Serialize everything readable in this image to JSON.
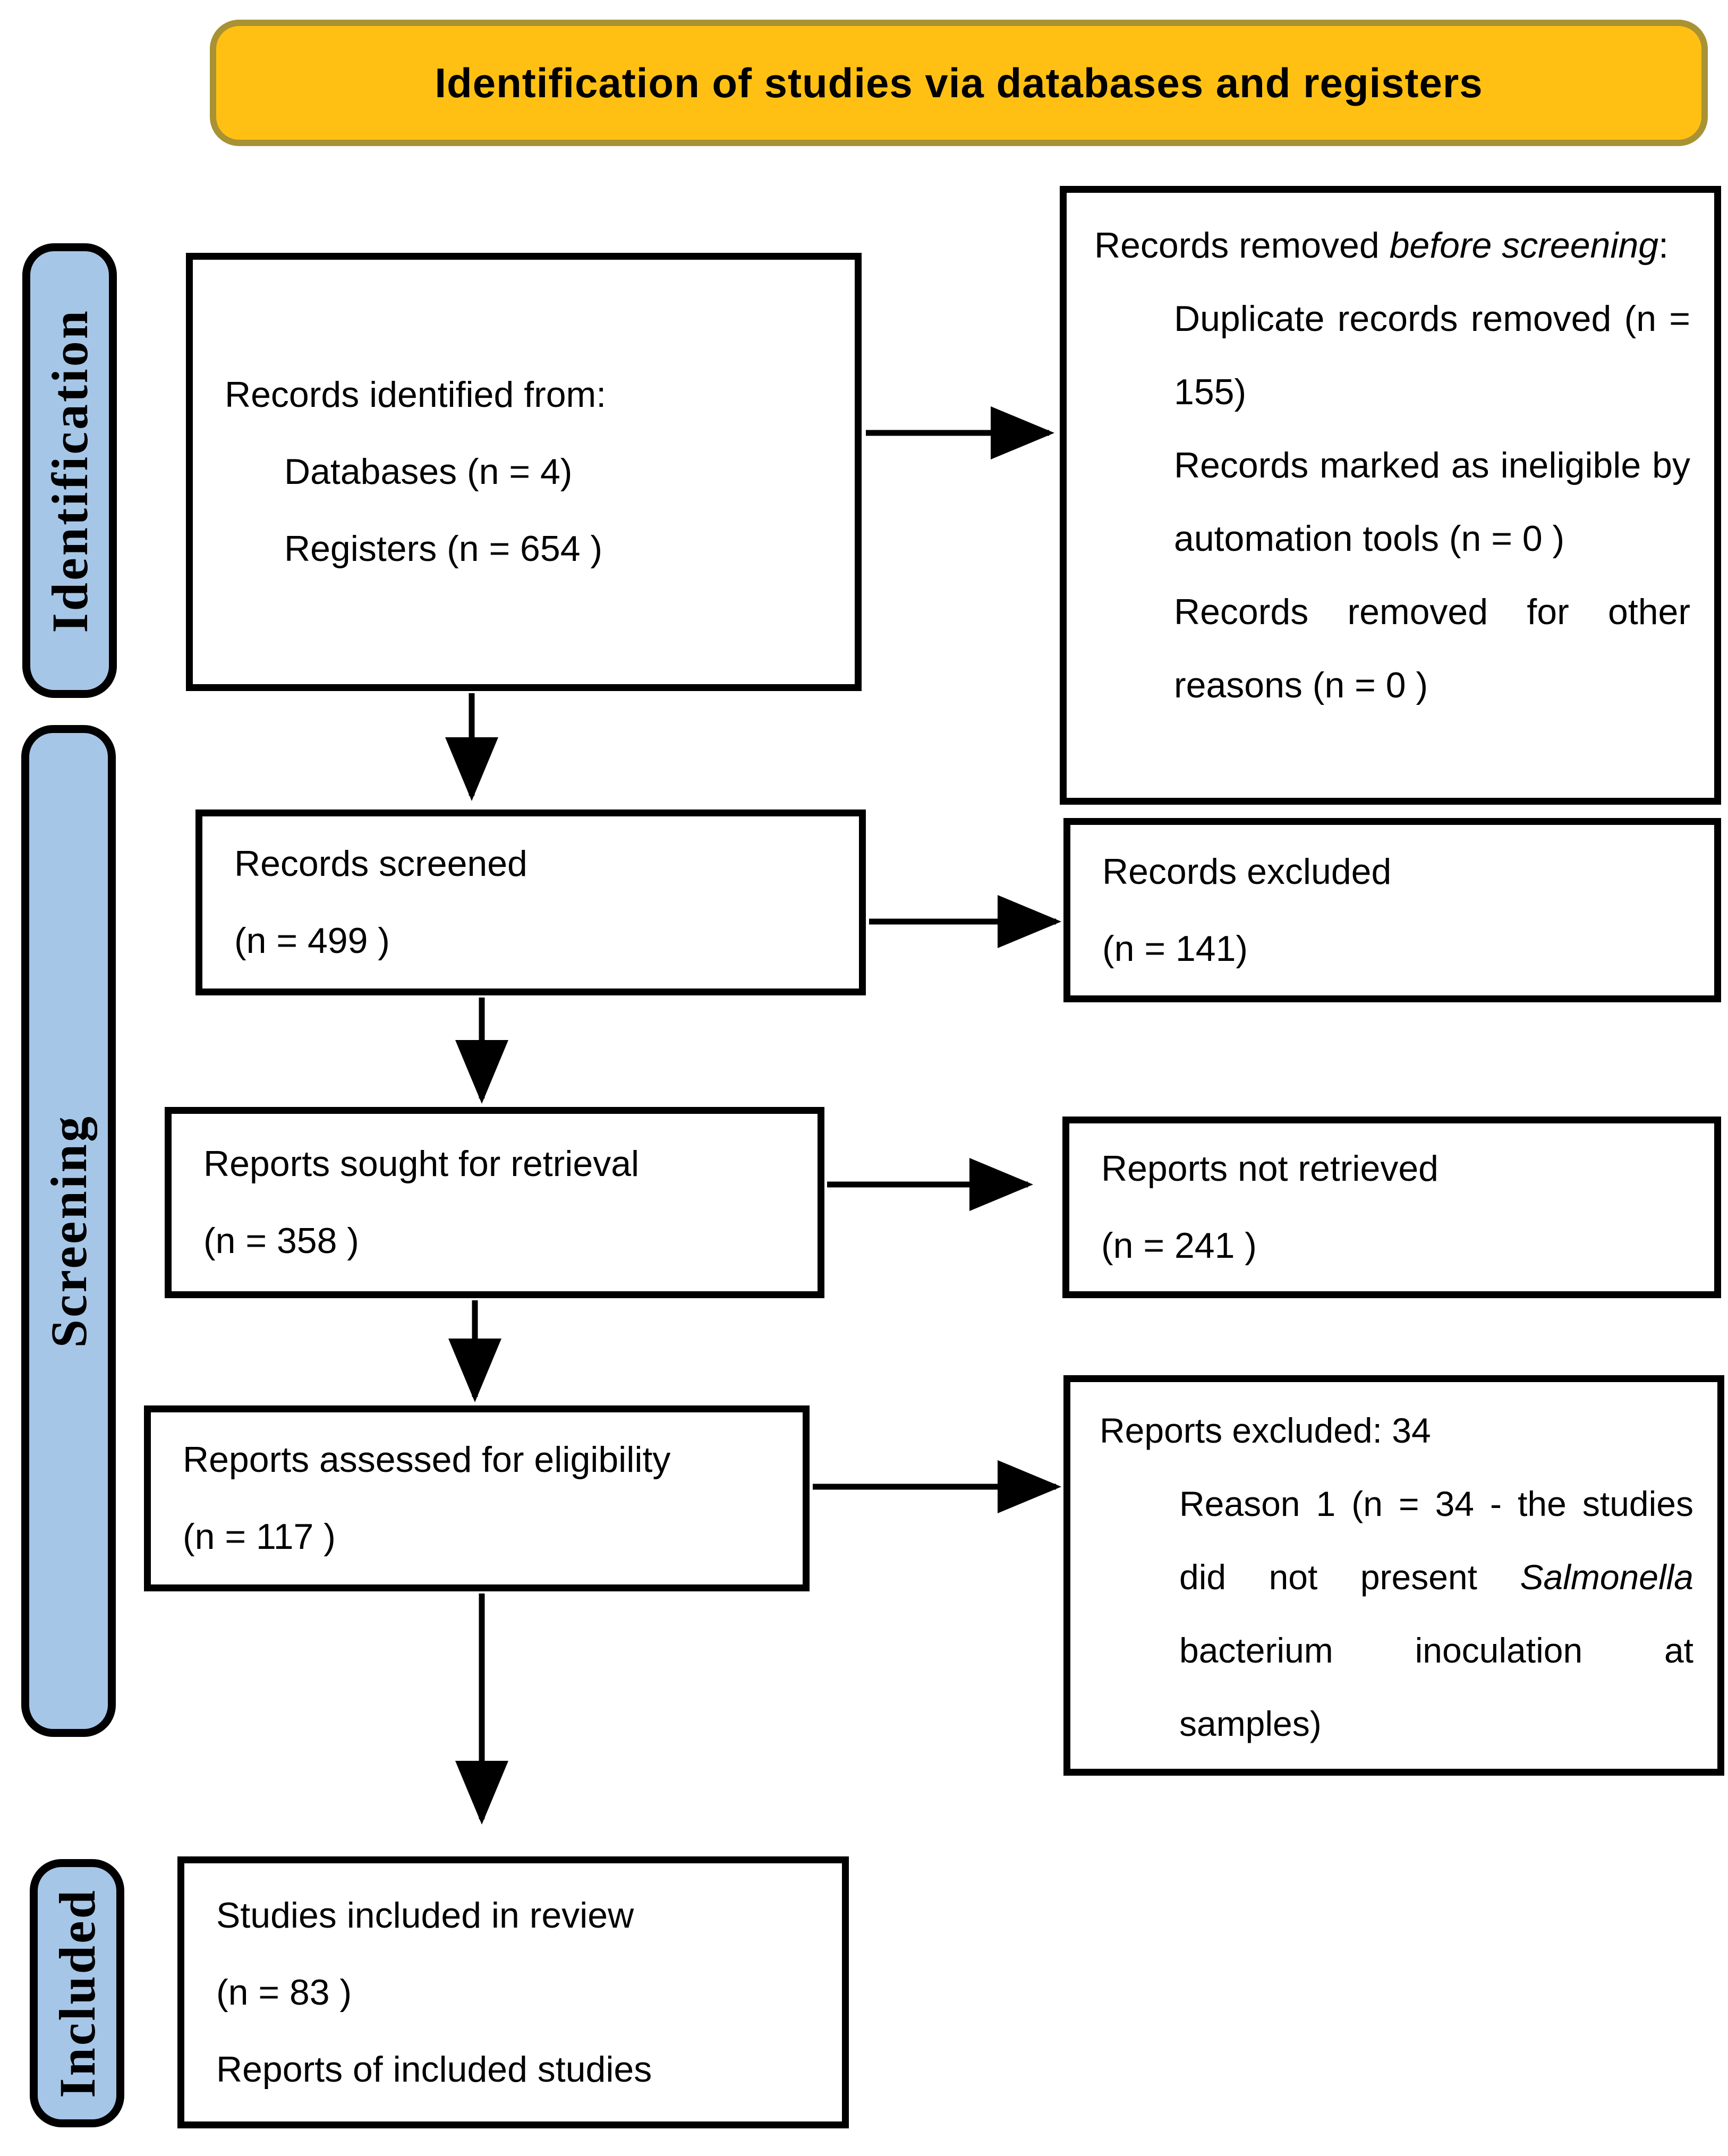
{
  "title": "Identification of studies via databases and registers",
  "stages": {
    "identification": "Identification",
    "screening": "Screening",
    "included": "Included"
  },
  "colors": {
    "banner_fill": "#FFC013",
    "banner_border": "#A89234",
    "stage_fill": "#A6C6E7",
    "box_border": "#000000",
    "arrow": "#000000"
  },
  "boxes": {
    "identified": {
      "lines": [
        {
          "indent": 0,
          "segments": [
            {
              "text": "Records identified from:"
            }
          ]
        },
        {
          "indent": 1,
          "segments": [
            {
              "text": "Databases (n = 4)"
            }
          ]
        },
        {
          "indent": 1,
          "segments": [
            {
              "text": "Registers (n = 654 )"
            }
          ]
        }
      ]
    },
    "removed_before_screening": {
      "lines": [
        {
          "indent": 0,
          "justify": true,
          "segments": [
            {
              "text": "Records removed "
            },
            {
              "text": "before screening",
              "italic": true
            },
            {
              "text": ":"
            }
          ]
        },
        {
          "indent": 1,
          "justify": true,
          "segments": [
            {
              "text": "Duplicate records removed (n = 155)"
            }
          ]
        },
        {
          "indent": 1,
          "justify": true,
          "segments": [
            {
              "text": "Records marked as ineligible by automation tools (n = 0 )"
            }
          ]
        },
        {
          "indent": 1,
          "justify": true,
          "segments": [
            {
              "text": "Records removed for other reasons (n = 0 )"
            }
          ]
        }
      ]
    },
    "screened": {
      "lines": [
        {
          "indent": 0,
          "segments": [
            {
              "text": "Records screened"
            }
          ]
        },
        {
          "indent": 0,
          "segments": [
            {
              "text": "(n = 499 )"
            }
          ]
        }
      ]
    },
    "records_excluded": {
      "lines": [
        {
          "indent": 0,
          "segments": [
            {
              "text": "Records excluded"
            }
          ]
        },
        {
          "indent": 0,
          "segments": [
            {
              "text": "(n = 141)"
            }
          ]
        }
      ]
    },
    "sought": {
      "lines": [
        {
          "indent": 0,
          "segments": [
            {
              "text": "Reports sought for retrieval"
            }
          ]
        },
        {
          "indent": 0,
          "segments": [
            {
              "text": "(n = 358 )"
            }
          ]
        }
      ]
    },
    "not_retrieved": {
      "lines": [
        {
          "indent": 0,
          "segments": [
            {
              "text": "Reports not retrieved"
            }
          ]
        },
        {
          "indent": 0,
          "segments": [
            {
              "text": "(n = 241 )"
            }
          ]
        }
      ]
    },
    "assessed": {
      "lines": [
        {
          "indent": 0,
          "segments": [
            {
              "text": "Reports assessed for eligibility"
            }
          ]
        },
        {
          "indent": 0,
          "segments": [
            {
              "text": "(n = 117 )"
            }
          ]
        }
      ]
    },
    "reports_excluded": {
      "lines": [
        {
          "indent": 0,
          "segments": [
            {
              "text": "Reports excluded: 34"
            }
          ]
        },
        {
          "indent": 1,
          "justify": true,
          "segments": [
            {
              "text": "Reason 1 (n = 34 - the studies did not present "
            },
            {
              "text": "Salmonella",
              "italic": true
            },
            {
              "text": " bacterium inoculation at samples)"
            }
          ]
        }
      ]
    },
    "included_in_review": {
      "lines": [
        {
          "indent": 0,
          "segments": [
            {
              "text": "Studies included in review"
            }
          ]
        },
        {
          "indent": 0,
          "segments": [
            {
              "text": "(n = 83 )"
            }
          ]
        },
        {
          "indent": 0,
          "segments": [
            {
              "text": "Reports of included studies"
            }
          ]
        }
      ]
    }
  }
}
